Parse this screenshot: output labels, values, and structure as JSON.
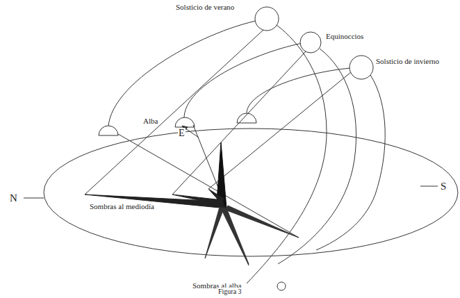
{
  "diagram": {
    "caption": "Figura 3",
    "labels": [
      "Solsticio de verano",
      "Equinoccios",
      "Solsticio de invierno",
      "Alba",
      "E",
      "N",
      "S",
      "Sombras al mediodía",
      "Sombras al alba"
    ]
  }
}
